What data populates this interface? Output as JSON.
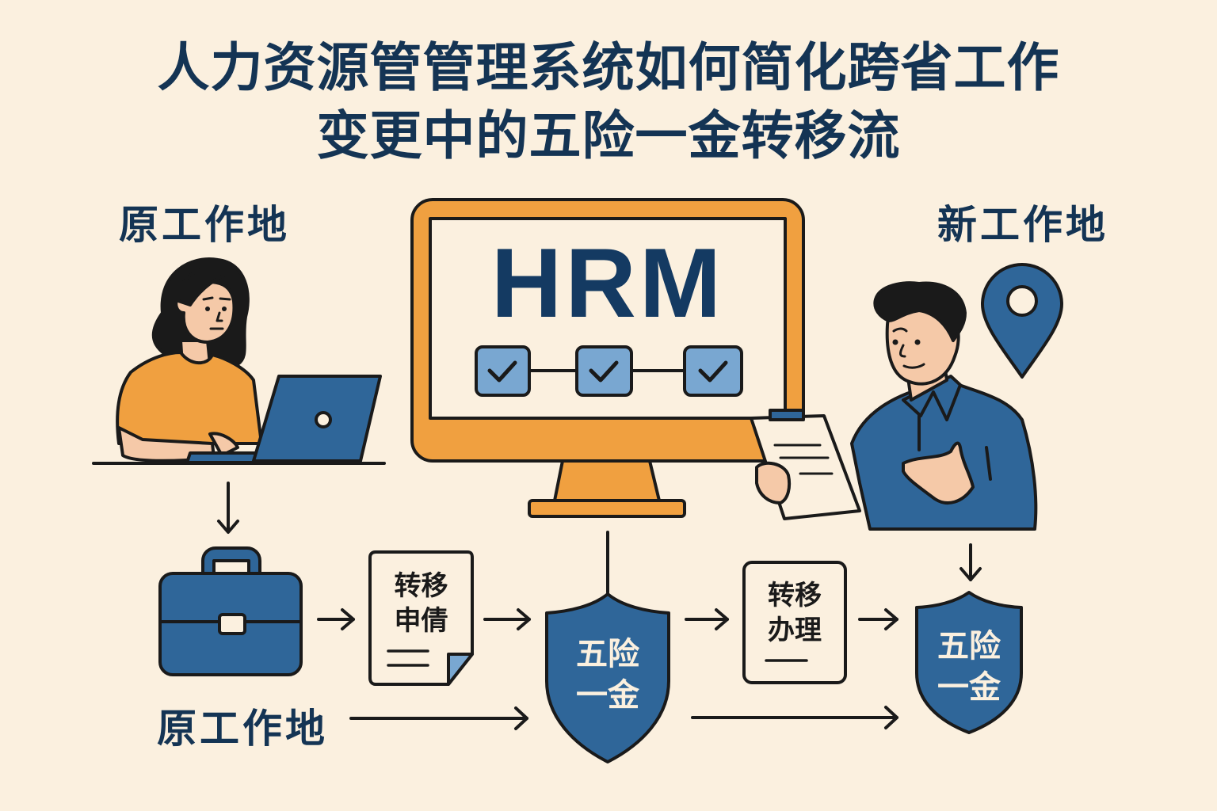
{
  "title": {
    "line1": "人力资源管管理系统如何简化跨省工作",
    "line2": "变更中的五险一金转移流"
  },
  "labels": {
    "origin_top": "原工作地",
    "destination_top": "新工作地",
    "origin_bottom": "原工作地"
  },
  "monitor": {
    "text": "HRM",
    "steps": [
      {
        "state": "checked"
      },
      {
        "state": "checked"
      },
      {
        "state": "checked"
      }
    ]
  },
  "flow": {
    "apply_box": {
      "line1": "转移",
      "line2": "申倩"
    },
    "shield_1": {
      "line1": "五险",
      "line2": "一金"
    },
    "process_box": {
      "line1": "转移",
      "line2": "办理"
    },
    "shield_2": {
      "line1": "五险",
      "line2": "一金"
    }
  },
  "colors": {
    "background": "#fbf0df",
    "navy": "#143454",
    "blue": "#2f6699",
    "light_blue": "#79a7d1",
    "orange": "#f0a040",
    "skin": "#f5c9a8",
    "outline": "#1a1a1a"
  },
  "icons": [
    "briefcase-icon",
    "document-icon",
    "shield-icon",
    "location-pin-icon",
    "laptop-icon",
    "monitor-icon",
    "check-icon",
    "arrow-right-icon",
    "arrow-down-icon"
  ]
}
